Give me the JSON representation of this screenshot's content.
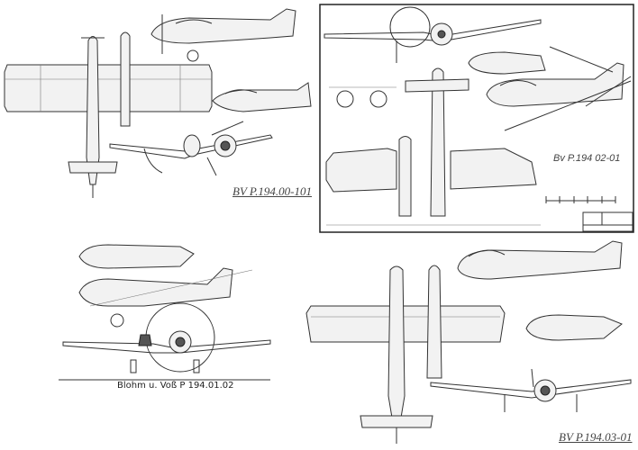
{
  "drawings": [
    {
      "id": "p194-00-101",
      "caption": "BV P.194.00-101"
    },
    {
      "id": "p194-02-01",
      "caption": "Bv P.194 02-01"
    },
    {
      "id": "p194-01-02",
      "caption": "Blohm u. Voß  P 194.01.02"
    },
    {
      "id": "p194-03-01",
      "caption": "BV P.194.03-01"
    }
  ]
}
